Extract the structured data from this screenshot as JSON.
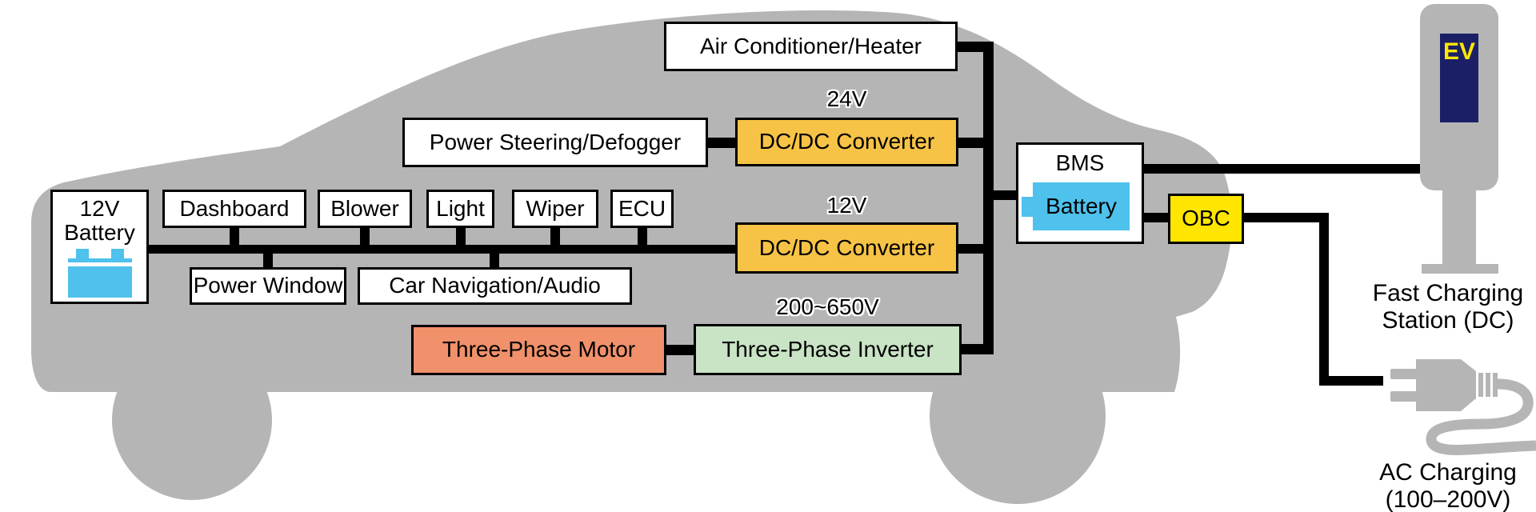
{
  "colors": {
    "car_gray": "#b5b5b5",
    "converter_orange": "#f7c346",
    "motor_salmon": "#f0916b",
    "inverter_green": "#c9e3c5",
    "obc_yellow": "#ffe600",
    "battery_blue": "#4ec1ec",
    "ev_sign_navy": "#1b2066",
    "line_black": "#000000"
  },
  "vehicle": {
    "battery12v": {
      "line1": "12V",
      "line2": "Battery"
    },
    "accessory_loads": [
      "Dashboard",
      "Blower",
      "Light",
      "Wiper",
      "ECU"
    ],
    "cabin_loads": [
      "Power Window",
      "Car Navigation/Audio"
    ],
    "hvac": "Air Conditioner/Heater",
    "steering": "Power Steering/Defogger",
    "dcdc_label": "DC/DC Converter",
    "dcdc_24v_label": "24V",
    "dcdc_12v_label": "12V",
    "traction_voltage_label": "200~650V",
    "motor": "Three-Phase Motor",
    "inverter": "Three-Phase Inverter",
    "bms": "BMS",
    "hv_battery": "Battery",
    "obc": "OBC"
  },
  "charging": {
    "ev_sign": "EV",
    "fast_station_line1": "Fast Charging",
    "fast_station_line2": "Station (DC)",
    "ac_line1": "AC Charging",
    "ac_line2": "(100–200V)"
  }
}
